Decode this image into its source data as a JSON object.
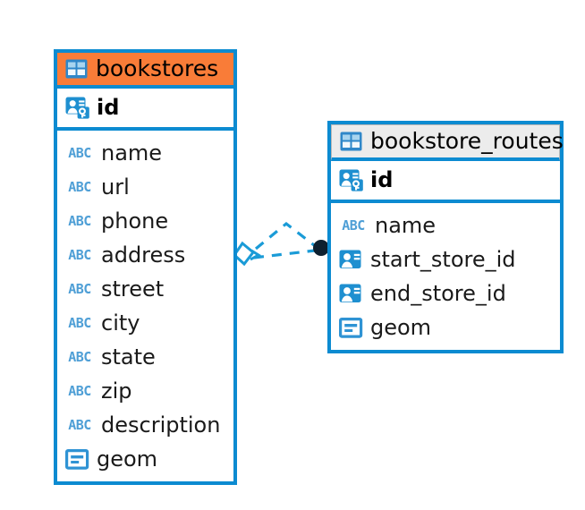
{
  "diagram": {
    "type": "entity-relationship-diagram",
    "background_color": "#ffffff",
    "accent_color": "#0c8bd1",
    "highlight_color": "#f97c38"
  },
  "entities": [
    {
      "name": "bookstores",
      "header_icon": "table-icon",
      "header_style": "orange",
      "primary_key": {
        "name": "id",
        "icon": "primary-key-icon"
      },
      "fields": [
        {
          "name": "name",
          "icon": "abc-text-icon",
          "icon_label": "ABC"
        },
        {
          "name": "url",
          "icon": "abc-text-icon",
          "icon_label": "ABC"
        },
        {
          "name": "phone",
          "icon": "abc-text-icon",
          "icon_label": "ABC"
        },
        {
          "name": "address",
          "icon": "abc-text-icon",
          "icon_label": "ABC"
        },
        {
          "name": "street",
          "icon": "abc-text-icon",
          "icon_label": "ABC"
        },
        {
          "name": "city",
          "icon": "abc-text-icon",
          "icon_label": "ABC"
        },
        {
          "name": "state",
          "icon": "abc-text-icon",
          "icon_label": "ABC"
        },
        {
          "name": "zip",
          "icon": "abc-text-icon",
          "icon_label": "ABC"
        },
        {
          "name": "description",
          "icon": "abc-text-icon",
          "icon_label": "ABC"
        },
        {
          "name": "geom",
          "icon": "geometry-icon",
          "icon_label": ""
        }
      ]
    },
    {
      "name": "bookstore_routes",
      "header_icon": "table-icon",
      "header_style": "gray",
      "primary_key": {
        "name": "id",
        "icon": "primary-key-icon"
      },
      "fields": [
        {
          "name": "name",
          "icon": "abc-text-icon",
          "icon_label": "ABC"
        },
        {
          "name": "start_store_id",
          "icon": "foreign-key-icon",
          "icon_label": ""
        },
        {
          "name": "end_store_id",
          "icon": "foreign-key-icon",
          "icon_label": ""
        },
        {
          "name": "geom",
          "icon": "geometry-icon",
          "icon_label": ""
        }
      ]
    }
  ],
  "relationship": {
    "source_entity": "bookstores",
    "target_entity": "bookstore_routes",
    "line_style": "dashed",
    "line_color": "#1a9bd7",
    "source_marker": "diamond-crowsfoot",
    "target_marker": "filled-circle",
    "target_marker_color": "#0d2030"
  }
}
